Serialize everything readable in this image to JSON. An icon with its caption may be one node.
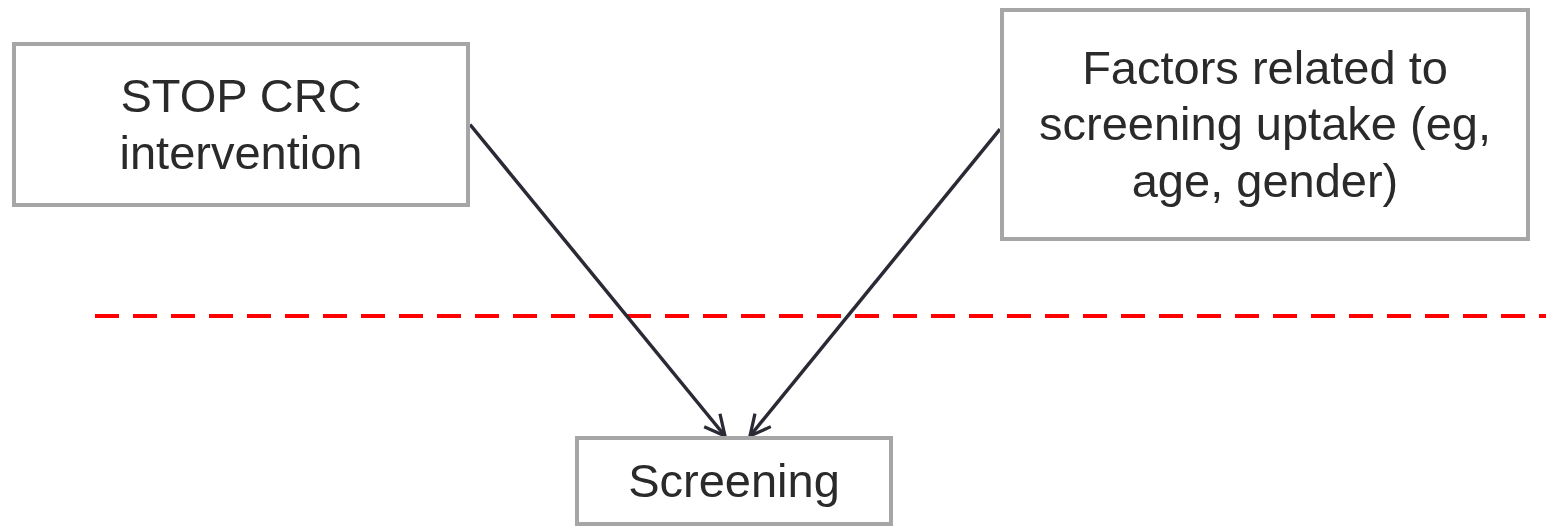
{
  "diagram": {
    "nodes": [
      {
        "text": [
          "STOP CRC intervention"
        ]
      },
      {
        "text": [
          "Factors related to screening uptake (eg, age, gender)"
        ]
      },
      {
        "text": [
          "Screening"
        ]
      }
    ],
    "edges": [
      {
        "from": 0,
        "to": 2,
        "arrow": "to"
      },
      {
        "from": 1,
        "to": 2,
        "arrow": "to"
      }
    ]
  }
}
